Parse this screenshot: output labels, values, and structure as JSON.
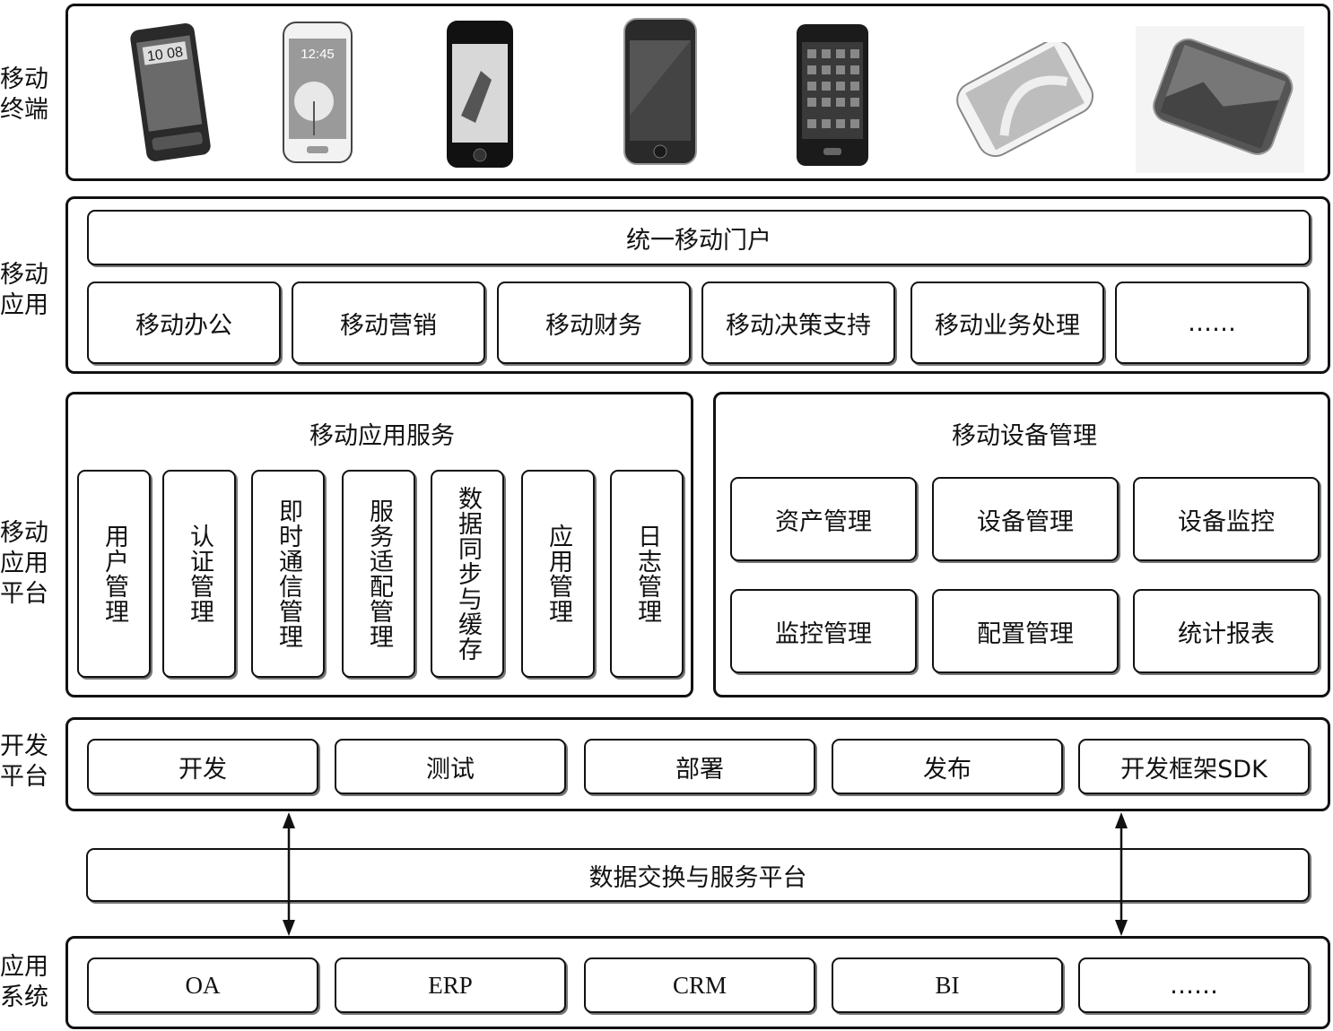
{
  "layers": {
    "terminal": "移动\n终端",
    "app": "移动\n应用",
    "platform": "移动\n应用\n平台",
    "dev": "开发\n平台",
    "sys": "应用\n系统"
  },
  "apps": {
    "portal": "统一移动门户",
    "items": [
      "移动办公",
      "移动营销",
      "移动财务",
      "移动决策支持",
      "移动业务处理",
      "……"
    ]
  },
  "app_services": {
    "title": "移动应用服务",
    "items": [
      "用户管理",
      "认证管理",
      "即时通信管理",
      "服务适配管理",
      "数据同步与缓存",
      "应用管理",
      "日志管理"
    ]
  },
  "device_mgmt": {
    "title": "移动设备管理",
    "items": [
      "资产管理",
      "设备管理",
      "设备监控",
      "监控管理",
      "配置管理",
      "统计报表"
    ]
  },
  "dev_platform": {
    "items": [
      "开发",
      "测试",
      "部署",
      "发布",
      "开发框架SDK"
    ]
  },
  "exchange": "数据交换与服务平台",
  "systems": {
    "items": [
      "OA",
      "ERP",
      "CRM",
      "BI",
      "……"
    ]
  },
  "phones": {
    "clock_1": "10 08",
    "clock_2": "12:45"
  },
  "icons": [
    "phone-icon",
    "double-arrow-icon"
  ]
}
